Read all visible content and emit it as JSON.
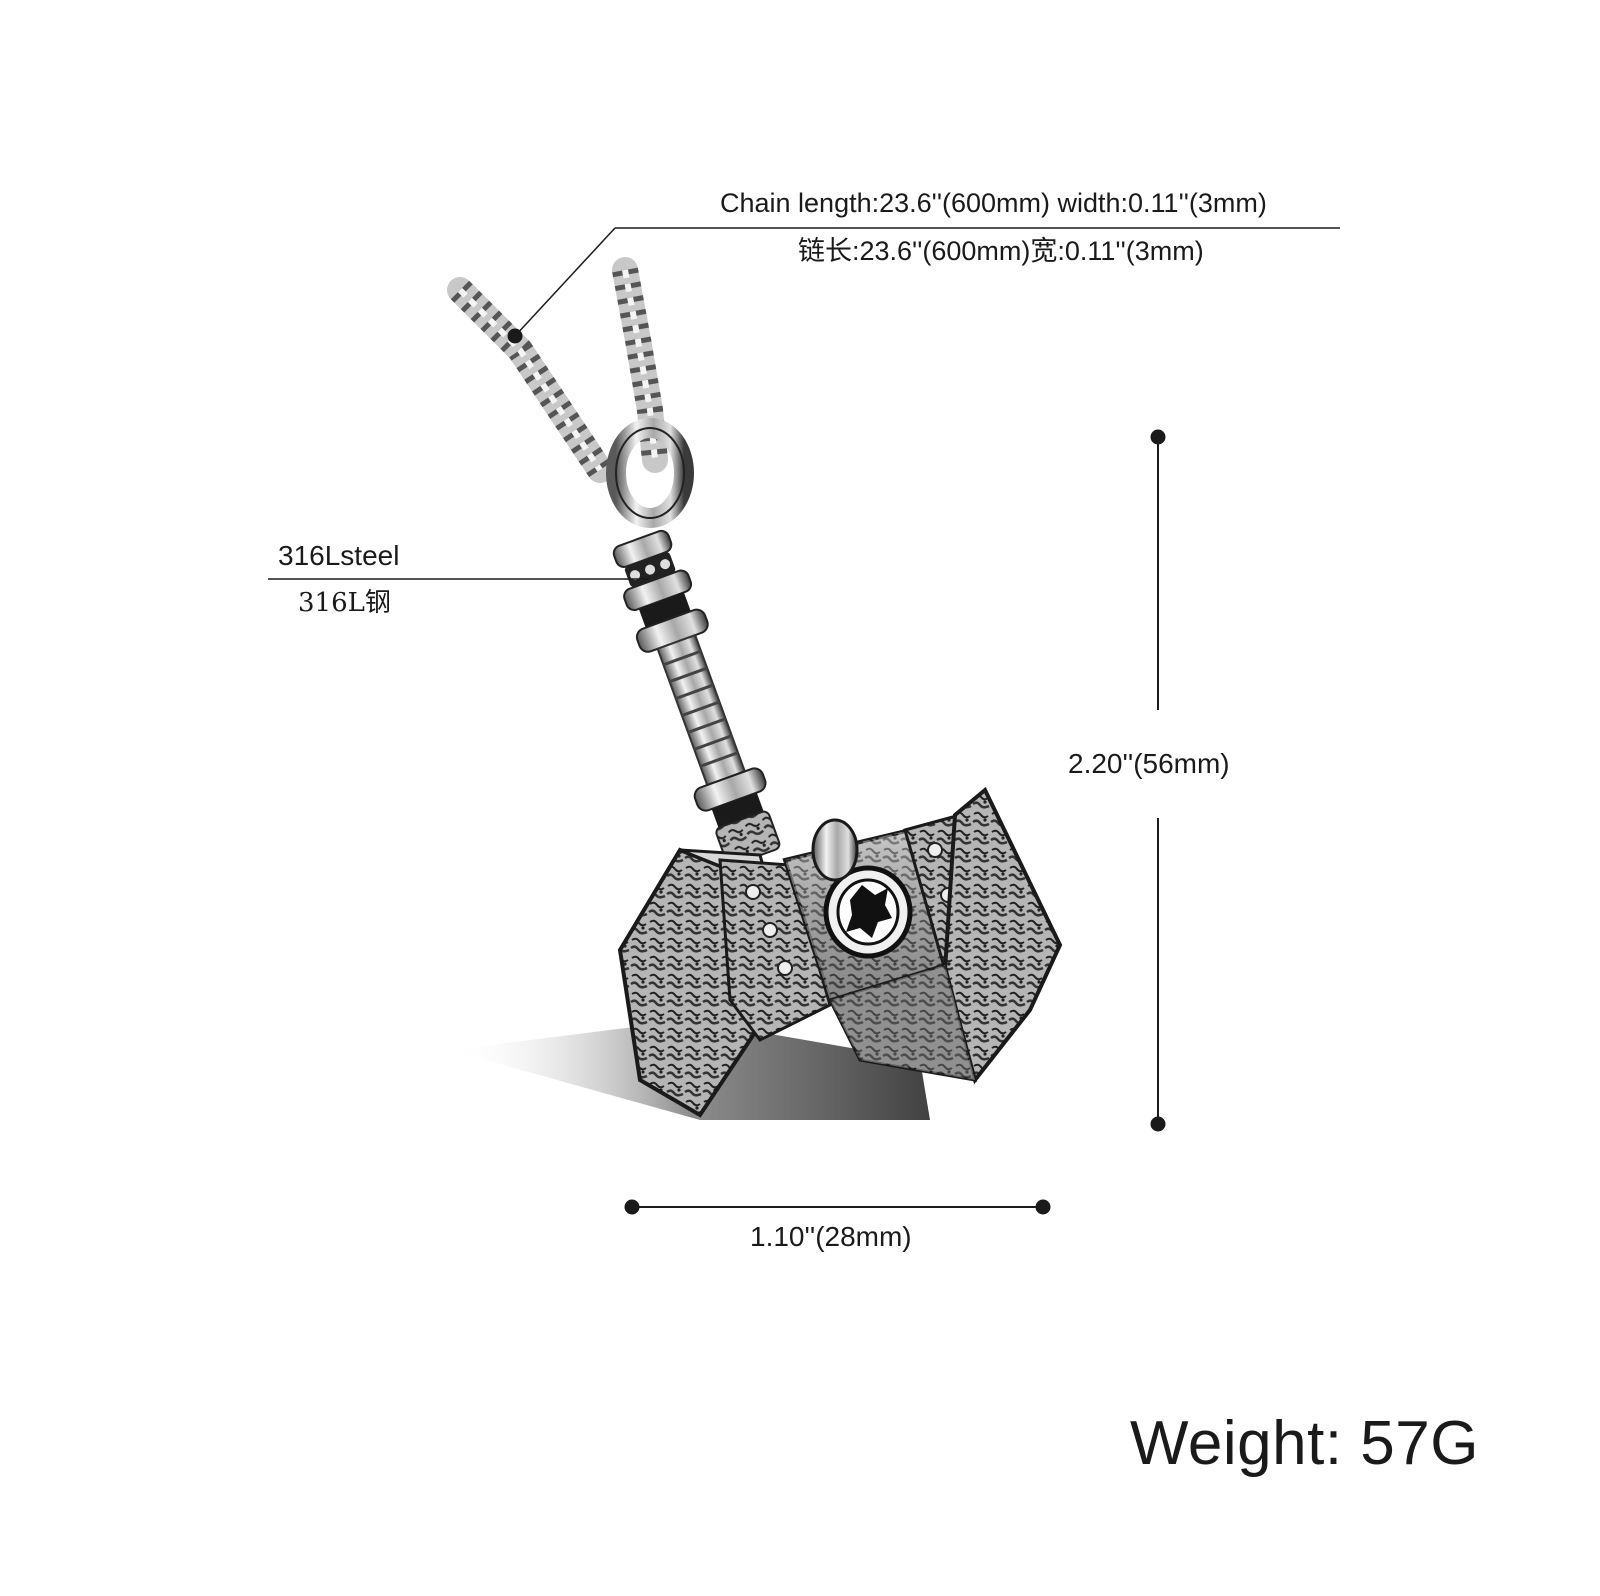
{
  "annotations": {
    "chain_en": "Chain length:23.6''(600mm) width:0.11''(3mm)",
    "chain_cn": "链长:23.6''(600mm)宽:0.11''(3mm)",
    "material_en": "316Lsteel",
    "material_cn": "316L钢",
    "height": "2.20''(56mm)",
    "width": "1.10''(28mm)",
    "weight": "Weight: 57G"
  },
  "colors": {
    "line": "#1a1a1a",
    "steel_light": "#e8e8e8",
    "steel_mid": "#9a9a9a",
    "steel_dark": "#2a2a2a"
  },
  "product": {
    "icon": "hammer-pendant-necklace"
  }
}
